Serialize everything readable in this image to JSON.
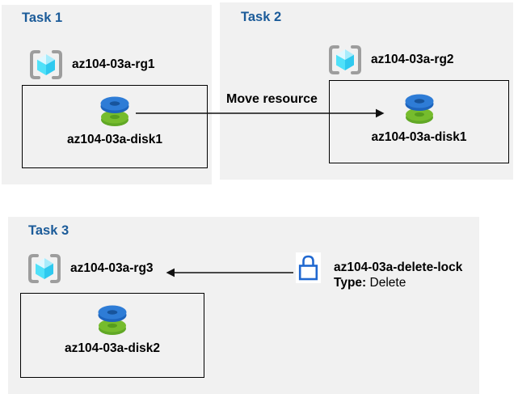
{
  "colors": {
    "panel_bg": "#f1f1f1",
    "title_blue": "#1b5b99",
    "label_black": "#000000",
    "arrow_black": "#111111",
    "lock_blue": "#2068d0"
  },
  "tasks": [
    {
      "title": "Task 1",
      "resource_group": "az104-03a-rg1",
      "resource": "az104-03a-disk1"
    },
    {
      "title": "Task 2",
      "resource_group": "az104-03a-rg2",
      "resource": "az104-03a-disk1"
    },
    {
      "title": "Task 3",
      "resource_group": "az104-03a-rg3",
      "resource": "az104-03a-disk2"
    }
  ],
  "annotations": {
    "move_arrow_label": "Move resource",
    "lock_name": "az104-03a-delete-lock",
    "lock_type_label": "Type:",
    "lock_type_value": "Delete"
  },
  "icons": {
    "resource_group": {
      "name": "resource-group-icon",
      "bracket_color": "#9d9d9d",
      "cube_top_left": "#e0f8ff",
      "cube_top_right": "#a7ecfc",
      "cube_left": "#50e1f9",
      "cube_right": "#2fc9ef"
    },
    "disk": {
      "name": "disk-icon",
      "blue_top": "#2e7cd6",
      "blue_side": "#1d64bd",
      "blue_hole": "#17549c",
      "green_top": "#76bc2d",
      "green_side": "#61a826",
      "green_hole": "#569d1e"
    },
    "lock": {
      "name": "lock-icon",
      "color": "#2068d0"
    },
    "move_arrow": {
      "name": "arrow-right-icon"
    },
    "lock_arrow": {
      "name": "arrow-left-icon"
    }
  }
}
